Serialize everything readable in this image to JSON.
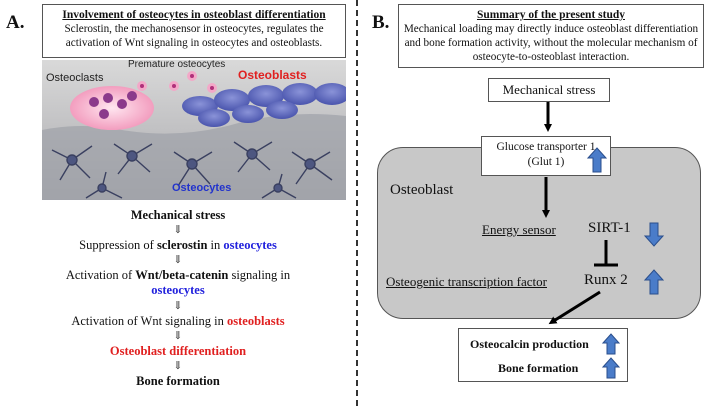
{
  "panel_a": {
    "label": "A.",
    "box_title": "Involvement of osteocytes in osteoblast differentiation",
    "box_body": "Sclerostin, the mechanosensor in osteocytes, regulates the activation of Wnt signaling in osteocytes and osteoblasts.",
    "illustration": {
      "label_premature": "Premature osteocytes",
      "label_osteoclasts": "Osteoclasts",
      "label_osteoblasts": "Osteoblasts",
      "label_osteocytes": "Osteocytes"
    },
    "flow": {
      "step1": "Mechanical stress",
      "step2_pre": "Suppression of ",
      "step2_b1": "sclerostin",
      "step2_mid": " in ",
      "step2_b2": "osteocytes",
      "step3_pre": "Activation of ",
      "step3_b1": "Wnt/beta-catenin",
      "step3_post": " signaling in",
      "step3_b2": "osteocytes",
      "step4_pre": "Activation of Wnt signaling in ",
      "step4_b": "osteoblasts",
      "step5": "Osteoblast differentiation",
      "step6": "Bone formation",
      "arrow_glyph": "⇓"
    }
  },
  "panel_b": {
    "label": "B.",
    "summary_title": "Summary of the present study",
    "summary_body": "Mechanical loading may directly induce osteoblast differentiation and bone formation activity, without the molecular mechanism of osteocyte-to-osteoblast interaction.",
    "mech_stress": "Mechanical stress",
    "glut1_line1": "Glucose transporter 1",
    "glut1_line2": "(Glut 1)",
    "osteoblast_label": "Osteoblast",
    "energy_sensor": "Energy sensor",
    "sirt1": "SIRT-1",
    "osteogenic_tf": "Osteogenic transcription factor",
    "runx2": "Runx 2",
    "osteocalcin": "Osteocalcin production",
    "bone_formation": "Bone formation"
  },
  "colors": {
    "blue_text": "#2222dd",
    "red_text": "#e02020",
    "cell_fill": "#c8c8c8",
    "arrow_blue": "#4a7cc9"
  }
}
